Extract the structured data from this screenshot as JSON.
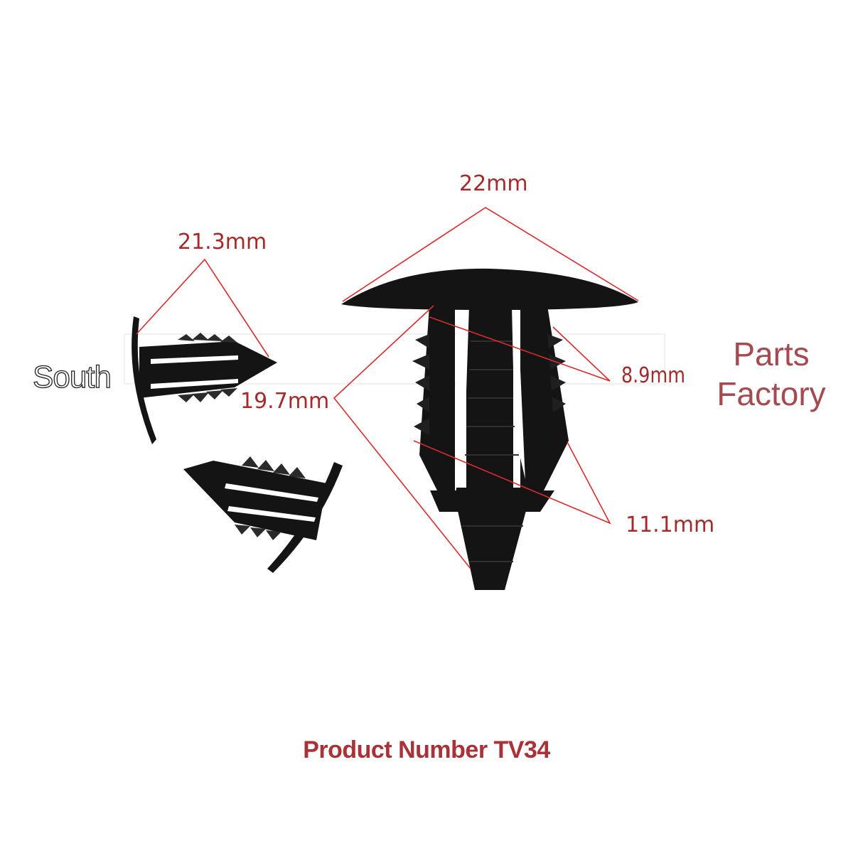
{
  "dimensions": {
    "head_diameter_small": "21.3mm",
    "head_diameter_large": "22mm",
    "stem_length": "19.7mm",
    "stem_top_width": "8.9mm",
    "stem_base_width": "11.1mm"
  },
  "watermark": {
    "brand_left": "South",
    "brand_right_line1": "Parts",
    "brand_right_line2": "Factory"
  },
  "caption": {
    "product_number": "Product Number TV34"
  },
  "colors": {
    "dimension_lines": "#d92b2b",
    "dimension_text": "#a52a2a",
    "brand_text": "#a44a50",
    "product_number_text": "#a83237",
    "clip_plastic": "#141414"
  }
}
